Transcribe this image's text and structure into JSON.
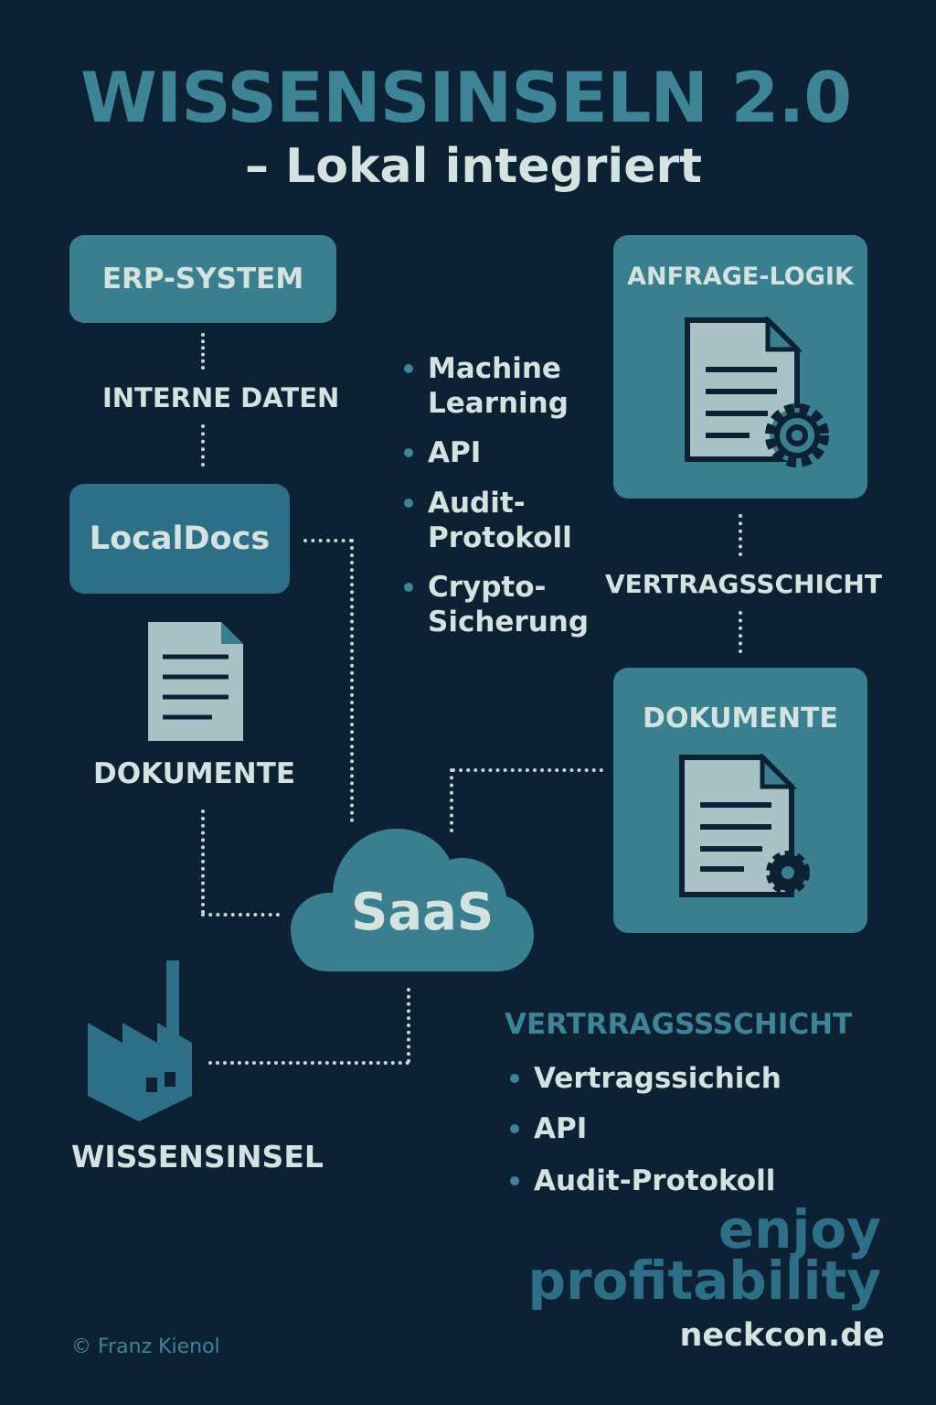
{
  "header": {
    "title": "WISSENSINSELN 2.0",
    "subtitle": "– Lokal integriert"
  },
  "left": {
    "erp": "ERP-SYSTEM",
    "internal_data": "INTERNE DATEN",
    "localdocs": "LocalDocs",
    "documents": "DOKUMENTE",
    "knowledge_island": "WISSENSINSEL"
  },
  "middle": {
    "features": [
      "Machine Learning",
      "API",
      "Audit-Protokoll",
      "Crypto-Sicherung"
    ],
    "saas": "SaaS"
  },
  "right": {
    "request_logic": "ANFRAGE-LOGIK",
    "contract_layer": "VERTRAGSSCHICHT",
    "documents": "DOKUMENTE"
  },
  "bottom_right": {
    "heading": "VERTRRAGSSSCHICHT",
    "items": [
      "Vertragssichich",
      "API",
      "Audit-Protokoll"
    ]
  },
  "brand": {
    "slogan_1": "enjoy",
    "slogan_2": "profitability",
    "site": "neckcon.de"
  },
  "footer": {
    "copyright": "© Franz Kienol"
  },
  "colors": {
    "background": "#0c2133",
    "teal": "#3a7f8f",
    "blue": "#2e6f88",
    "accent": "#3d8596",
    "text": "#d4e3df"
  }
}
